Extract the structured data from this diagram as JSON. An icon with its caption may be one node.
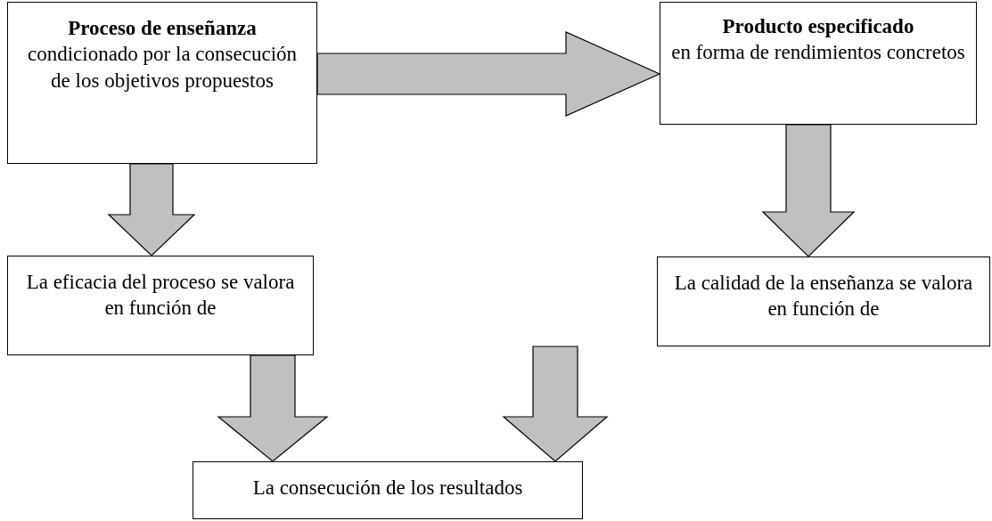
{
  "diagram": {
    "nodes": [
      {
        "text": [
          "Proceso de enseñanza",
          "condicionado por la consecución de los objetivos propuestos"
        ]
      },
      {
        "text": [
          "Producto especificado",
          "en forma de rendimientos concretos"
        ]
      },
      {
        "text": [
          "La eficacia del proceso se valora en función de"
        ]
      },
      {
        "text": [
          "La calidad de la enseñanza se valora en función de"
        ]
      },
      {
        "text": [
          "La consecución de los resultados"
        ]
      }
    ],
    "edges": [
      {
        "from": 0,
        "to": 1,
        "arrow": "to"
      },
      {
        "from": 0,
        "to": 2,
        "arrow": "to"
      },
      {
        "from": 1,
        "to": 3,
        "arrow": "to"
      },
      {
        "from": 2,
        "to": 4,
        "arrow": "to"
      },
      {
        "from": 3,
        "to": 4,
        "arrow": "to"
      }
    ]
  }
}
